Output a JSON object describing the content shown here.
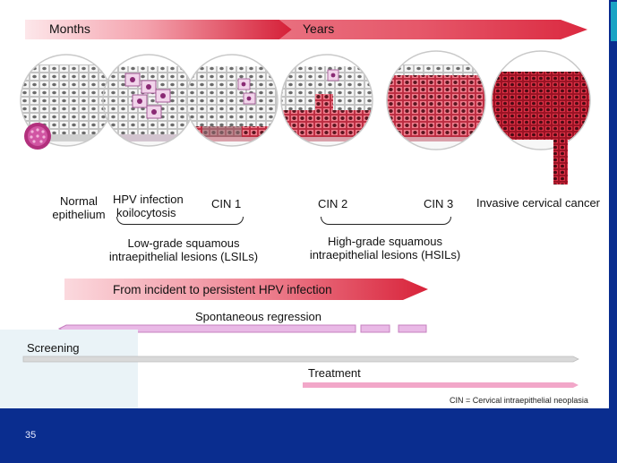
{
  "timeline": {
    "months": "Months",
    "years": "Years"
  },
  "stages": {
    "normal": [
      "Normal",
      "epithelium"
    ],
    "hpv": [
      "HPV infection",
      "koilocytosis"
    ],
    "cin1": "CIN 1",
    "cin2": "CIN 2",
    "cin3": "CIN 3",
    "invasive": "Invasive cervical cancer"
  },
  "groups": {
    "lsil": [
      "Low-grade squamous",
      "intraepithelial lesions (LSILs)"
    ],
    "hsil": [
      "High-grade squamous",
      "intraepithelial lesions (HSILs)"
    ]
  },
  "bars": {
    "incident": "From incident to persistent HPV infection",
    "regression": "Spontaneous regression",
    "screening": "Screening",
    "treatment": "Treatment"
  },
  "footnote": "CIN  = Cervical  intraepithelial  neoplasia",
  "page_number": "35",
  "colors": {
    "lesion_red": "#d93448",
    "footer_blue": "#0a2d8f",
    "accent_cyan": "#1aa3c4",
    "regression_pink": "#e9b9e6",
    "treatment_pink": "#f2a7c9"
  }
}
